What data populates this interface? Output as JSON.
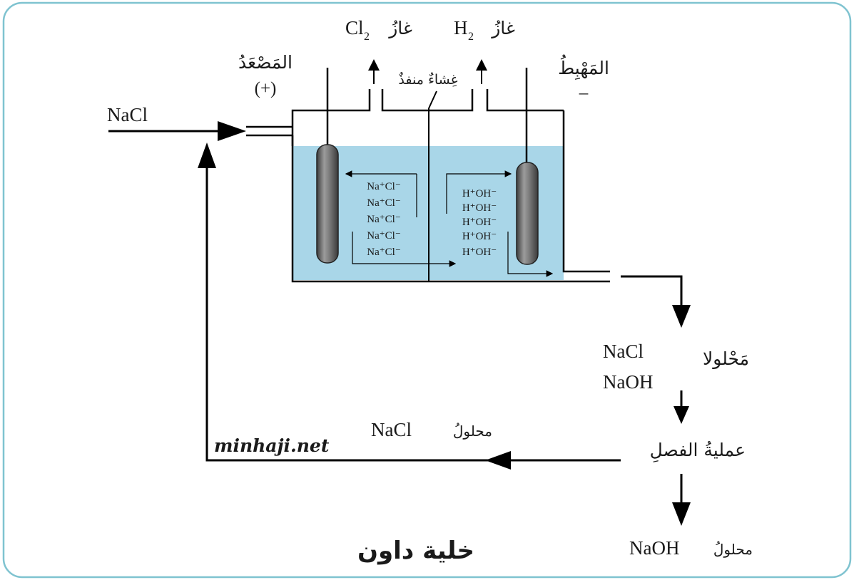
{
  "diagram": {
    "title": "خلية داون",
    "watermark": "minhaji.net",
    "gases": {
      "cl2_prefix": "غازُ",
      "cl2_formula": "Cl",
      "cl2_subscript": "2",
      "h2_prefix": "غازُ",
      "h2_formula": "H",
      "h2_subscript": "2"
    },
    "electrodes": {
      "anode_label": "المَصْعَدُ",
      "anode_sign": "(+)",
      "cathode_label": "المَهْبِطُ",
      "cathode_sign": "–"
    },
    "membrane_label": "غِشاءٌ منفذٌ",
    "inlet_label": "NaCl",
    "anode_ions": [
      "Na⁺Cl⁻",
      "Na⁺Cl⁻",
      "Na⁺Cl⁻",
      "Na⁺Cl⁻",
      "Na⁺Cl⁻"
    ],
    "cathode_ions": [
      "H⁺OH⁻",
      "H⁺OH⁻",
      "H⁺OH⁻",
      "H⁺OH⁻",
      "H⁺OH⁻"
    ],
    "output_mixture": {
      "label": "مَحْلولا",
      "line1": "NaCl",
      "line2": "NaOH"
    },
    "separation_label": "عمليةُ الفصلِ",
    "recycle": {
      "label": "محلولُ",
      "formula": "NaCl"
    },
    "product": {
      "label": "محلولُ",
      "formula": "NaOH"
    },
    "colors": {
      "border": "#7fc3d0",
      "electrolyte": "#a9d6e8",
      "electrode_dark": "#4d4d4d",
      "electrode_light": "#9a9a9a",
      "line": "#000000"
    }
  }
}
